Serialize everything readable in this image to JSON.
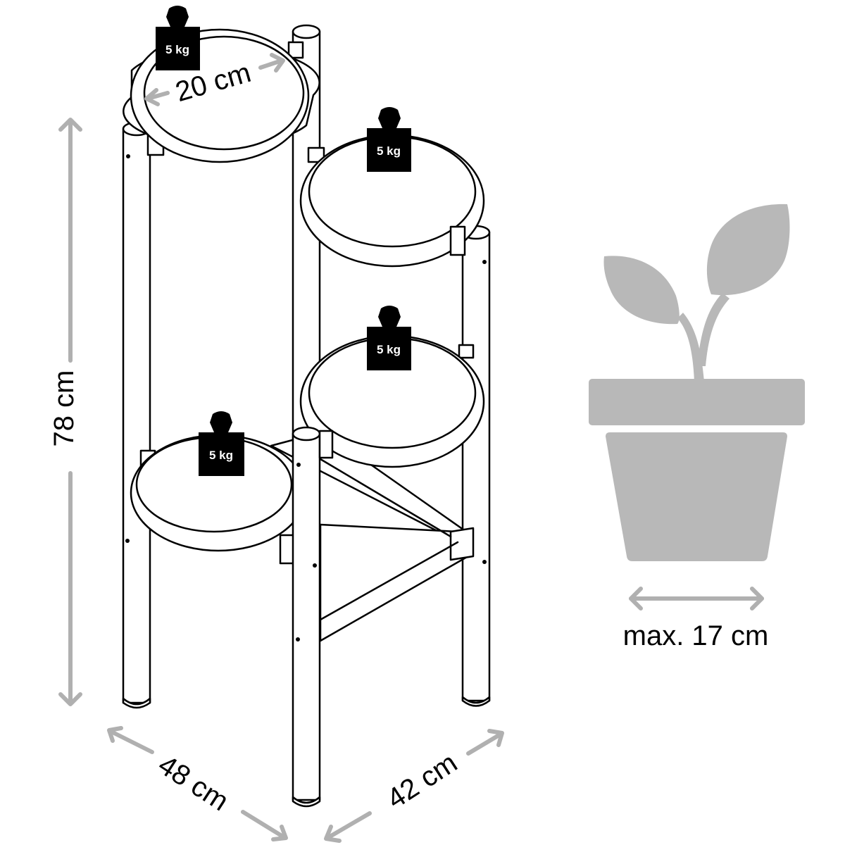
{
  "colors": {
    "line": "#000000",
    "dimension_arrow": "#b0b0b0",
    "plant": "#b8b8b8",
    "weight": "#000000",
    "background": "#ffffff"
  },
  "icons": [
    "weight-icon",
    "plant-pot-icon"
  ],
  "dimensions": {
    "height": "78 cm",
    "width_left": "48 cm",
    "width_right": "42 cm",
    "tray_diameter": "20 cm",
    "pot_max": "max. 17 cm"
  },
  "weights": [
    "5 kg",
    "5 kg",
    "5 kg",
    "5 kg"
  ]
}
